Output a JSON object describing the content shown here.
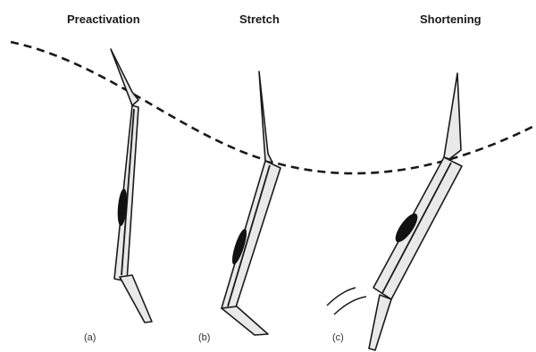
{
  "phases": {
    "preactivation": "Preactivation",
    "stretch": "Stretch",
    "shortening": "Shortening"
  },
  "panels": {
    "a": "(a)",
    "b": "(b)",
    "c": "(c)"
  },
  "colors": {
    "background": "#ffffff",
    "outline": "#1a1a1a",
    "bone_fill": "#e9e9e9",
    "muscle": "#111111"
  }
}
